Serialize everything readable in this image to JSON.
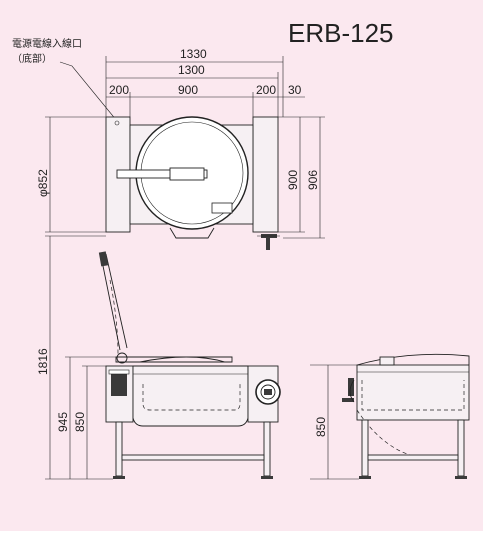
{
  "model": "ERB-125",
  "callout": {
    "line1": "電源電線入線口",
    "line2": "（底部）"
  },
  "dimensions": {
    "total_width": "1330",
    "body_width": "1300",
    "left_frame": "200",
    "pan_width": "900",
    "right_frame": "200",
    "handle_offset": "30",
    "pan_diameter": "φ852",
    "depth_body": "900",
    "depth_total": "906",
    "total_height": "1816",
    "working_height": "945",
    "rim_height": "850",
    "side_rim_height": "850"
  },
  "colors": {
    "background": "#fbe8ef",
    "line": "#222222"
  }
}
